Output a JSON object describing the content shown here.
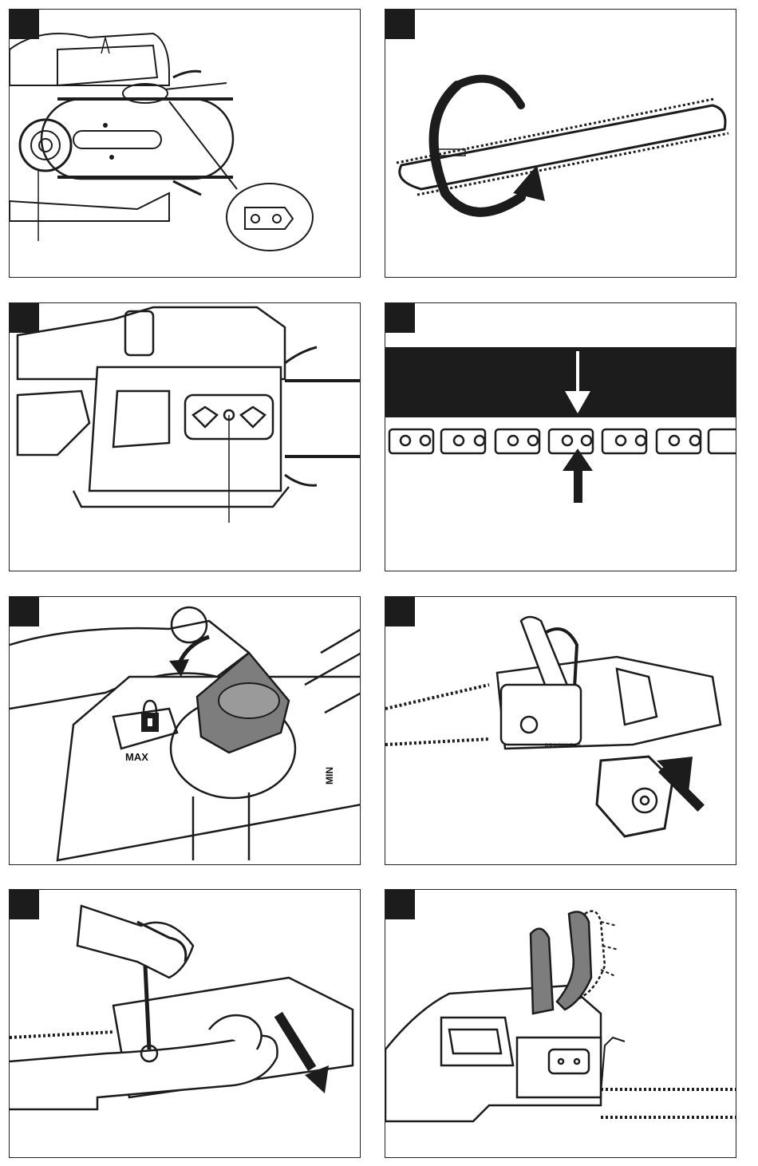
{
  "panels": [
    {
      "id": "p1",
      "name": "chain-installation-detail"
    },
    {
      "id": "p2",
      "name": "bar-flip-rotation"
    },
    {
      "id": "p3",
      "name": "side-cover-tension"
    },
    {
      "id": "p4",
      "name": "chain-sag-check"
    },
    {
      "id": "p5",
      "name": "oil-cap-fill",
      "labels": {
        "max": "MAX",
        "min": "MIN"
      }
    },
    {
      "id": "p6",
      "name": "battery-insertion",
      "labels": {
        "brand": "BRUSHLESS"
      }
    },
    {
      "id": "p7",
      "name": "chain-brake-engage"
    },
    {
      "id": "p8",
      "name": "chain-brake-release"
    }
  ],
  "colors": {
    "line": "#1c1c1c",
    "fill": "#ffffff",
    "dark": "#1c1c1c",
    "gray": "#7d7d7d"
  }
}
